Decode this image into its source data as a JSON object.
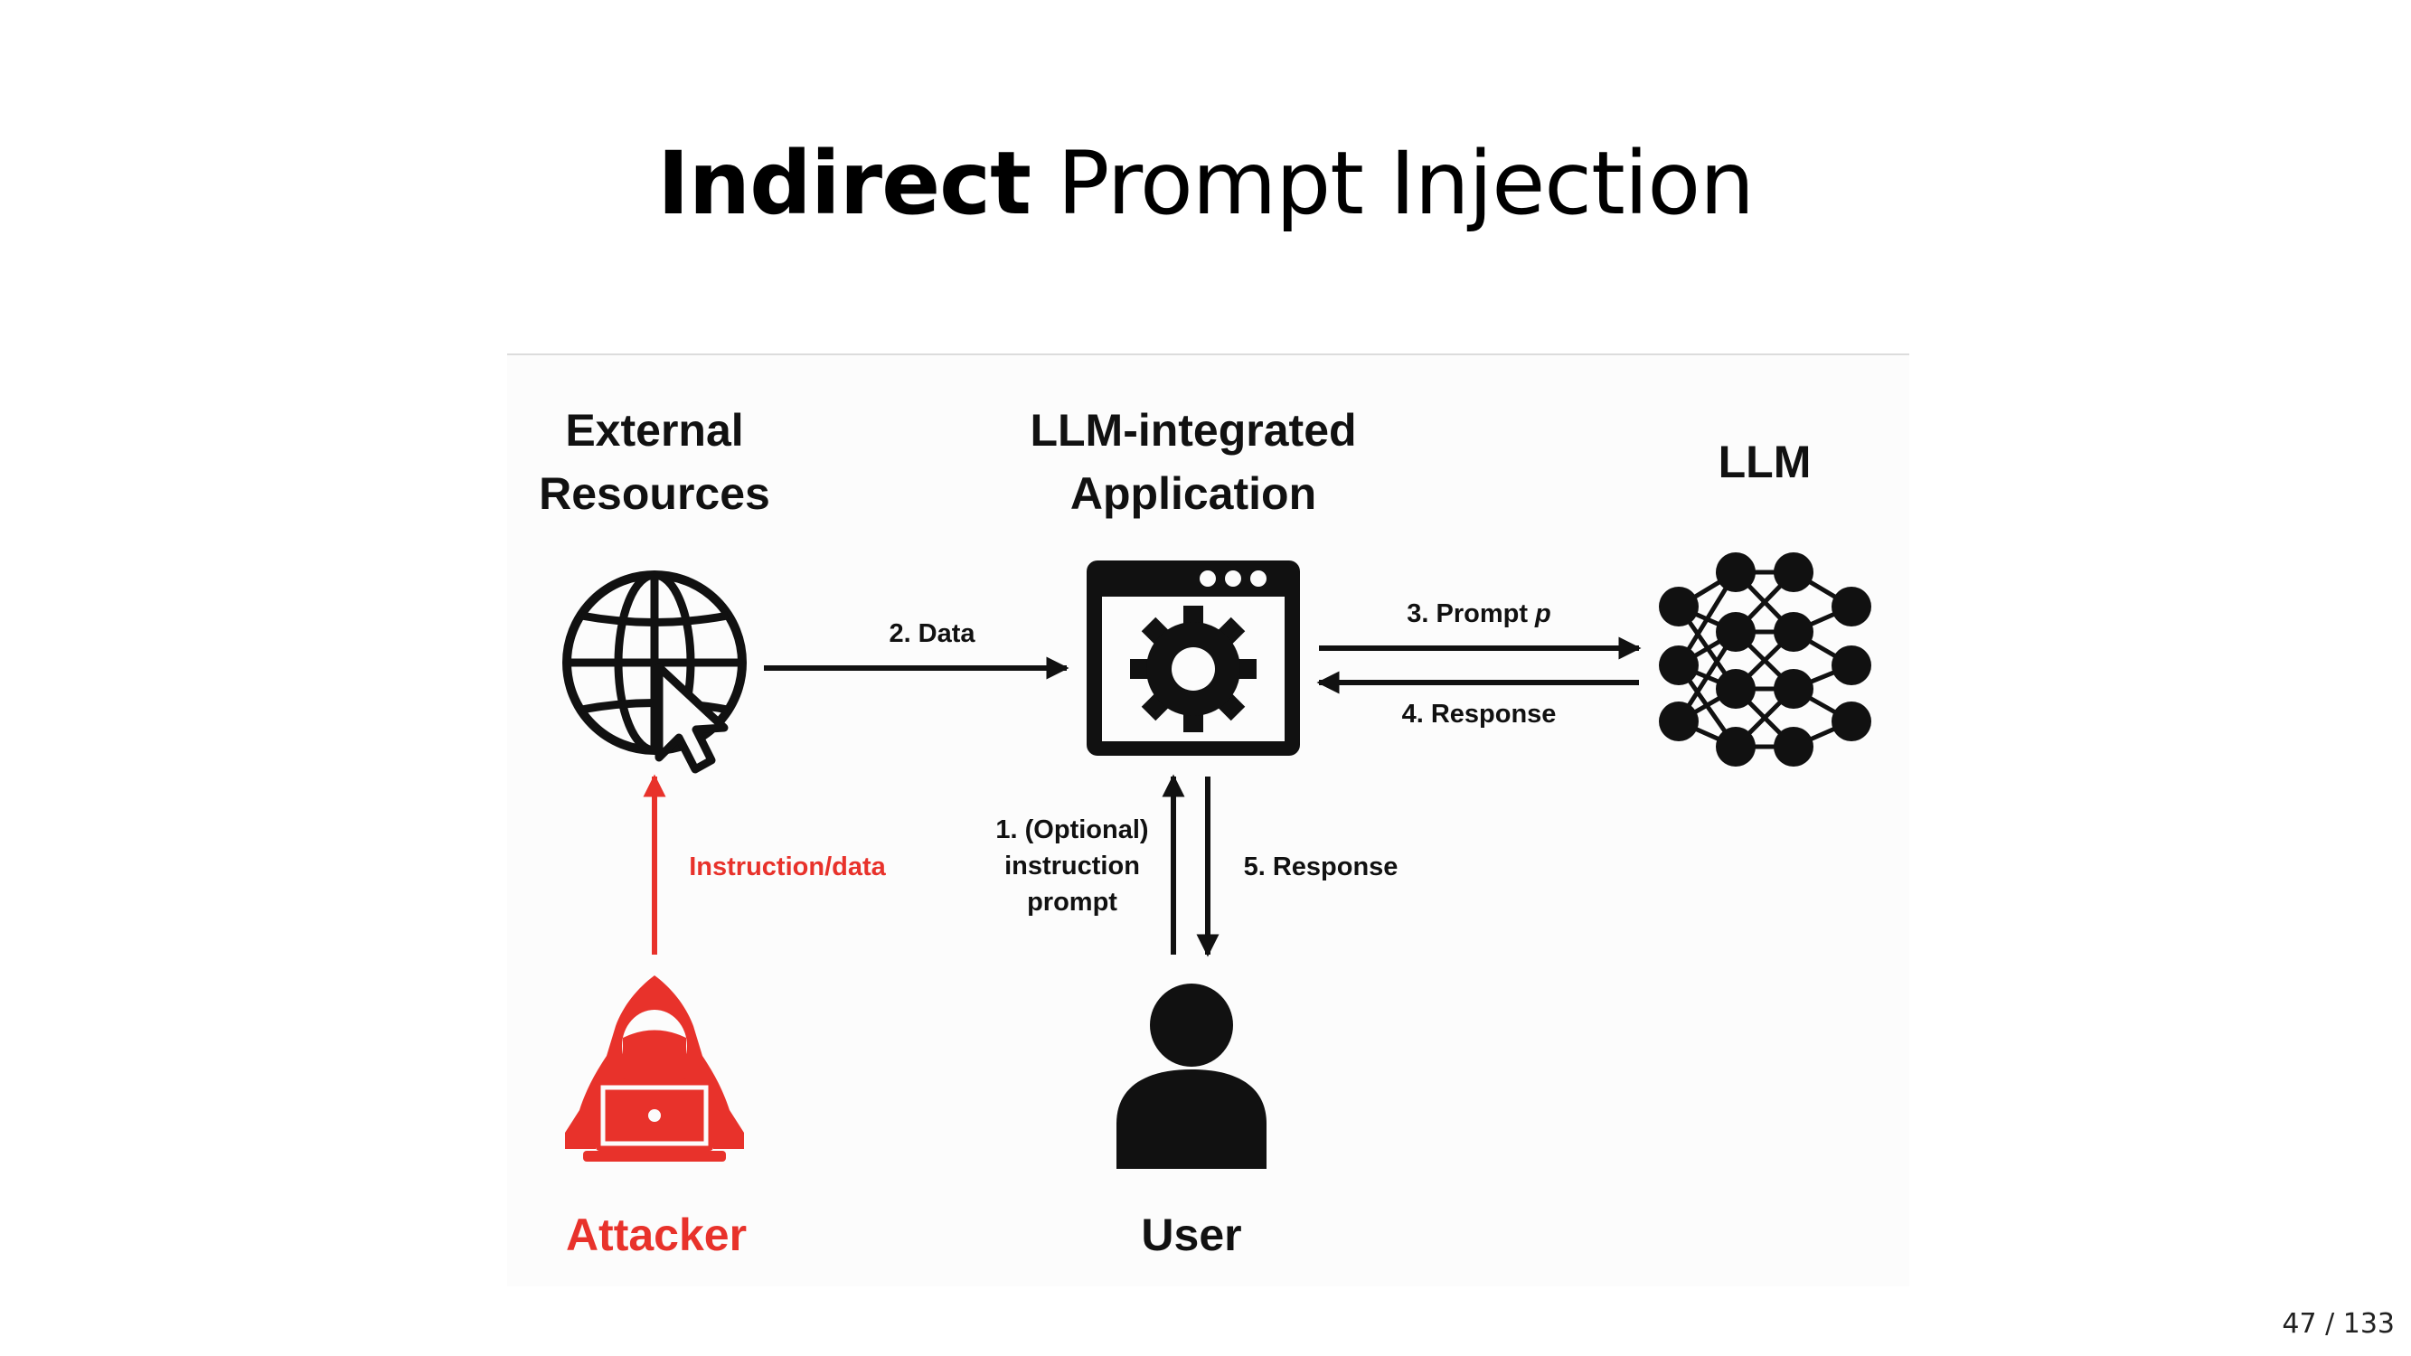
{
  "title": {
    "bold": "Indirect",
    "normal": "Prompt Injection"
  },
  "diagram": {
    "nodes": {
      "external_resources": {
        "line1": "External",
        "line2": "Resources"
      },
      "llm_app": {
        "line1": "LLM-integrated",
        "line2": "Application"
      },
      "llm": {
        "label": "LLM"
      },
      "attacker": {
        "label": "Attacker"
      },
      "user": {
        "label": "User"
      }
    },
    "edges": {
      "data": "2. Data",
      "prompt_prefix": "3. Prompt ",
      "prompt_var": "p",
      "response_llm": "4. Response",
      "instruction": {
        "line1": "1. (Optional)",
        "line2": "instruction",
        "line3": "prompt"
      },
      "response_user": "5. Response",
      "attacker_edge": "Instruction/data"
    },
    "colors": {
      "attacker": "#e8322b",
      "ink": "#111111"
    },
    "icons": [
      "globe-cursor-icon",
      "app-window-gear-icon",
      "neural-network-icon",
      "hacker-laptop-icon",
      "user-icon"
    ]
  },
  "page": {
    "current": "47",
    "separator": " / ",
    "total": "133"
  }
}
